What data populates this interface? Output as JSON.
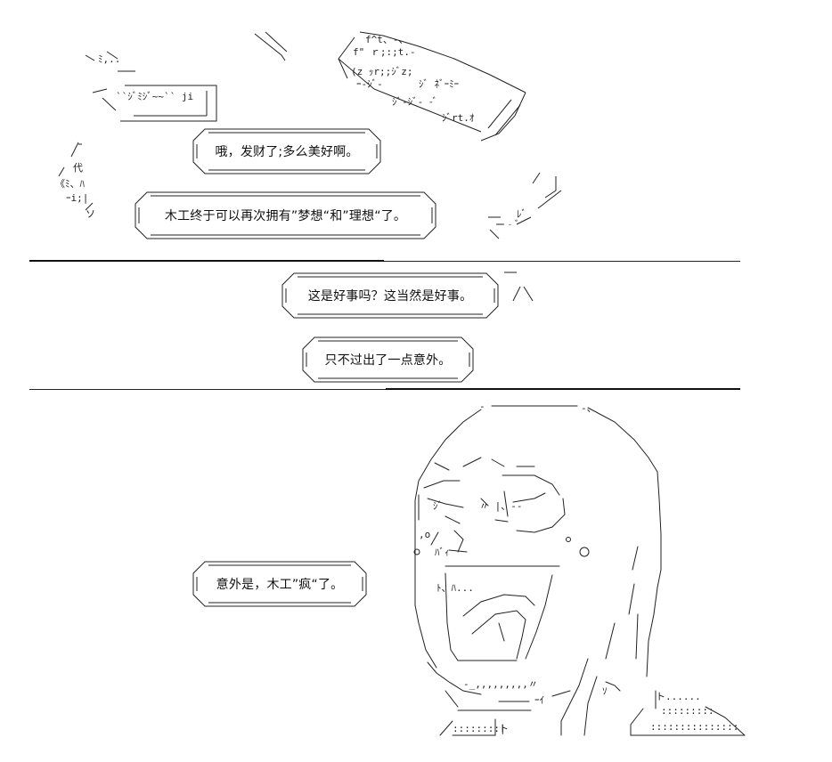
{
  "bubbles": [
    {
      "text": "哦，发财了;多么美好啊。"
    },
    {
      "text": "木工终于可以再次拥有”梦想“和”理想“了。"
    },
    {
      "text": "这是好事吗？这当然是好事。"
    },
    {
      "text": "只不过出了一点意外。"
    },
    {
      "text": "意外是，木工”疯“了。"
    }
  ],
  "colors": {
    "ink": "#111111",
    "background": "#ffffff"
  }
}
